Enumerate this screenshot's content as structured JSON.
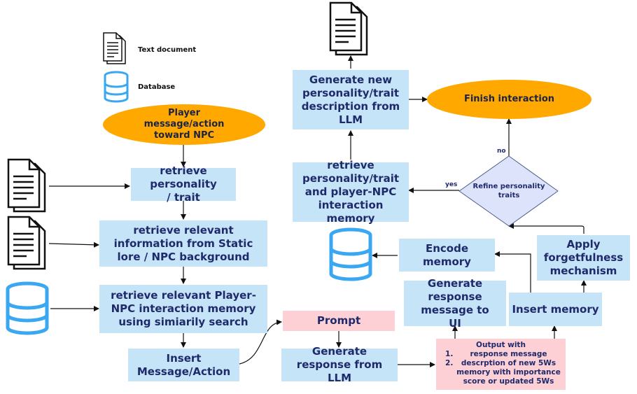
{
  "legend": {
    "text_document": "Text document",
    "database": "Database"
  },
  "nodes": {
    "player_message": "Player message/action toward NPC",
    "retrieve_personality": "retrieve personality / trait",
    "retrieve_lore": "retrieve relevant information from Static lore / NPC background",
    "retrieve_memory": "retrieve relevant Player-NPC interaction memory using simiarily search",
    "insert_message": "Insert Message/Action",
    "prompt": "Prompt",
    "generate_response_llm": "Generate response from LLM",
    "output_title": "Output with",
    "output_items": [
      "response message",
      "descrption of new 5Ws memory with importance score or updated 5Ws"
    ],
    "generate_response_ui": "Generate response message to UI",
    "insert_memory": "Insert memory",
    "apply_forgetfulness": "Apply forgetfulness mechanism",
    "encode_memory": "Encode memory",
    "refine_traits": "Refine personality traits",
    "retrieve_personality_memory": "retrieve personality/trait and player-NPC interaction memory",
    "generate_personality": "Generate new personality/trait description from LLM",
    "finish_interaction": "Finish interaction"
  },
  "edges": {
    "yes": "yes",
    "no": "no"
  },
  "colors": {
    "box_fill": "#c5e4f8",
    "prompt_fill": "#fdd0d5",
    "ellipse_fill": "#ffa800",
    "diamond_fill": "#dde3fb",
    "db_blue": "#3aa7f2",
    "text": "#1f2a6b"
  }
}
